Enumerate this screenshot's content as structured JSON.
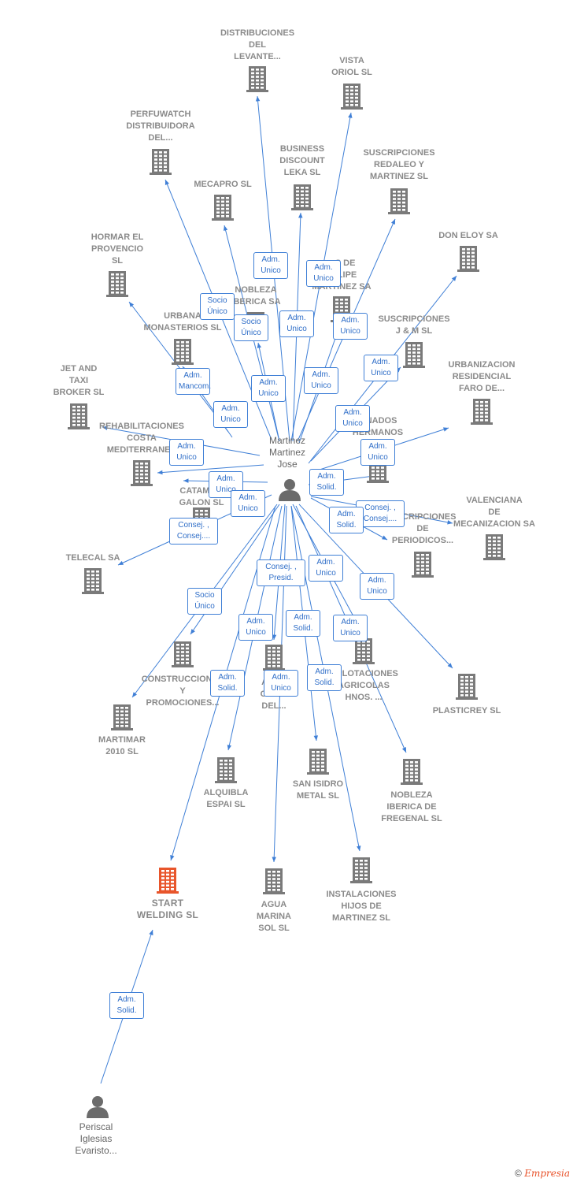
{
  "center_person": {
    "label": "Martinez\nMartinez\nJose"
  },
  "source_person": {
    "label": "Periscal\nIglesias\nEvaristo..."
  },
  "companies": [
    {
      "id": "distribuciones",
      "label": "DISTRIBUCIONES\nDEL\nLEVANTE..."
    },
    {
      "id": "vista",
      "label": "VISTA\nORIOL SL"
    },
    {
      "id": "perfuwatch",
      "label": "PERFUWATCH\nDISTRIBUIDORA\nDEL..."
    },
    {
      "id": "business",
      "label": "BUSINESS\nDISCOUNT\nLEKA SL"
    },
    {
      "id": "suscripciones_redaleo",
      "label": "SUSCRIPCIONES\nREDALEO Y\nMARTINEZ SL"
    },
    {
      "id": "mecapro",
      "label": "MECAPRO SL"
    },
    {
      "id": "doneloy",
      "label": "DON ELOY SA"
    },
    {
      "id": "hormar",
      "label": "HORMAR EL\nPROVENCIO\nSL"
    },
    {
      "id": "nobleza_iberica",
      "label": "NOBLEZA\nIBERICA SA"
    },
    {
      "id": "felipe",
      "label": "...S DE\nFELIPE\nMARTINEZ SA"
    },
    {
      "id": "urbana",
      "label": "URBANA\nMONASTERIOS SL"
    },
    {
      "id": "suscripciones_jm",
      "label": "SUSCRIPCIONES\nJ & M  SL"
    },
    {
      "id": "urbanizacion",
      "label": "URBANIZACION\nRESIDENCIAL\nFARO DE..."
    },
    {
      "id": "jetandtaxi",
      "label": "JET AND\nTAXI\nBROKER SL"
    },
    {
      "id": "rehabilitaciones",
      "label": "REHABILITACIONES\nCOSTA\nMEDITERRANEA"
    },
    {
      "id": "granados",
      "label": "...NADOS\nHERMANOS\nCH... SL"
    },
    {
      "id": "catamaran",
      "label": "CATAMA...\nGALON SL"
    },
    {
      "id": "valenciana",
      "label": "VALENCIANA\nDE\nMECANIZACION SA"
    },
    {
      "id": "susc_periodicos",
      "label": "...SCRIPCIONES\nDE\nPERIODICOS..."
    },
    {
      "id": "telecal",
      "label": "TELECAL SA"
    },
    {
      "id": "construcciones",
      "label": "CONSTRUCCIONES\nY\nPROMOCIONES..."
    },
    {
      "id": "asesor",
      "label": "ASE...\nCOM...\nDEL..."
    },
    {
      "id": "explotaciones",
      "label": "...PLOTACIONES\nAGRICOLAS\nHNOS. ..."
    },
    {
      "id": "plasticrey",
      "label": "PLASTICREY SL"
    },
    {
      "id": "martimar",
      "label": "MARTIMAR\n2010 SL"
    },
    {
      "id": "alquibla",
      "label": "ALQUIBLA\nESPAI SL"
    },
    {
      "id": "sanisidro",
      "label": "SAN ISIDRO\nMETAL SL"
    },
    {
      "id": "nobleza_fregenal",
      "label": "NOBLEZA\nIBERICA DE\nFREGENAL  SL"
    },
    {
      "id": "start_welding",
      "label": "START\nWELDING  SL",
      "highlight": true
    },
    {
      "id": "agua_marina",
      "label": "AGUA\nMARINA\nSOL SL"
    },
    {
      "id": "instalaciones",
      "label": "INSTALACIONES\nHIJOS DE\nMARTINEZ SL"
    }
  ],
  "roles": [
    "Adm.\nUnico",
    "Adm.\nUnico",
    "Socio\nÚnico",
    "Socio\nÚnico",
    "Adm.\nUnico",
    "Adm.\nUnico",
    "Adm.\nMancom.",
    "Adm.\nUnico",
    "Adm.\nUnico",
    "Adm.\nUnico",
    "Adm.\nUnico",
    "Adm.\nUnico",
    "Adm.\nUnico",
    "Adm.\nUnico",
    "Adm.\nUnico",
    "Adm.\nSolid.",
    "Adm.\nUnico",
    "Consej. ,\nConsej....",
    "Consej. ,\nConsej....",
    "Adm.\nSolid.",
    "Consej. ,\nPresid.",
    "Adm.\nUnico",
    "Adm.\nUnico",
    "Socio\nÚnico",
    "Adm.\nUnico",
    "Adm.\nSolid.",
    "Adm.\nUnico",
    "Adm.\nSolid.",
    "Adm.\nUnico",
    "Adm.\nSolid.",
    "Adm.\nSolid."
  ],
  "colors": {
    "edge": "#3f7fd6",
    "icon": "#7a7a7a",
    "highlight": "#e8552b",
    "text": "#777777"
  },
  "footer": {
    "copyright": "©",
    "brand": "Empresia"
  }
}
